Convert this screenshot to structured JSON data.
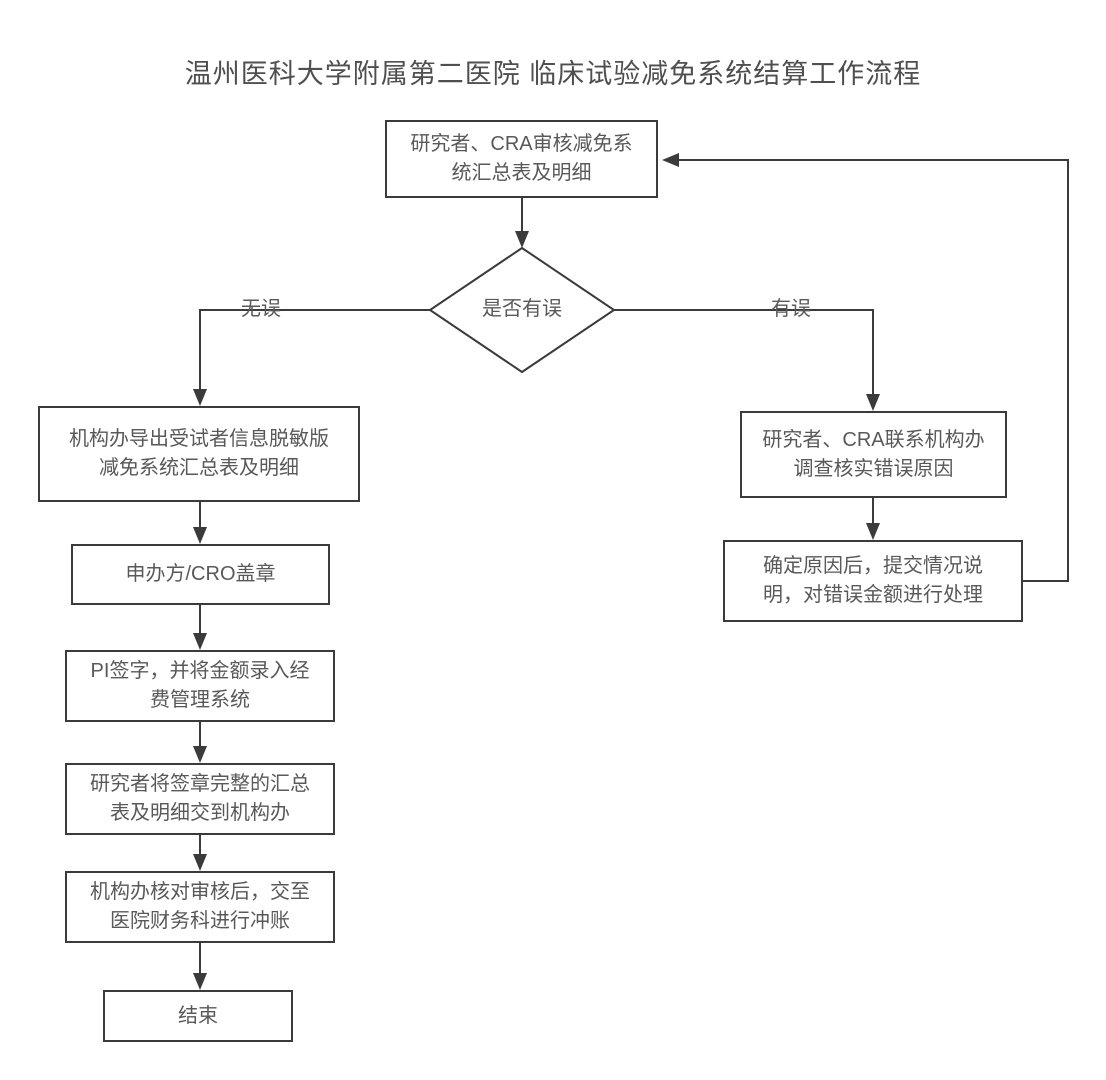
{
  "page": {
    "title": "温州医科大学附属第二医院 临床试验减免系统结算工作流程",
    "background_color": "#ffffff",
    "line_color": "#3b3b3b",
    "text_color": "#595959"
  },
  "flowchart": {
    "nodes": {
      "start_review": {
        "type": "process",
        "label": "研究者、CRA审核减免系\n统汇总表及明细"
      },
      "decision": {
        "type": "decision",
        "label": "是否有误"
      },
      "export_desensitized": {
        "type": "process",
        "label": "机构办导出受试者信息脱敏版\n减免系统汇总表及明细"
      },
      "sponsor_stamp": {
        "type": "process",
        "label": "申办方/CRO盖章"
      },
      "pi_sign": {
        "type": "process",
        "label": "PI签字，并将金额录入经\n费管理系统"
      },
      "deliver_summary": {
        "type": "process",
        "label": "研究者将签章完整的汇总\n表及明细交到机构办"
      },
      "office_verify": {
        "type": "process",
        "label": "机构办核对审核后，交至\n医院财务科进行冲账"
      },
      "end": {
        "type": "terminator",
        "label": "结束"
      },
      "contact_office": {
        "type": "process",
        "label": "研究者、CRA联系机构办\n调查核实错误原因"
      },
      "resolve_error": {
        "type": "process",
        "label": "确定原因后，提交情况说\n明，对错误金额进行处理"
      }
    },
    "edge_labels": {
      "no_error": "无误",
      "has_error": "有误"
    }
  }
}
